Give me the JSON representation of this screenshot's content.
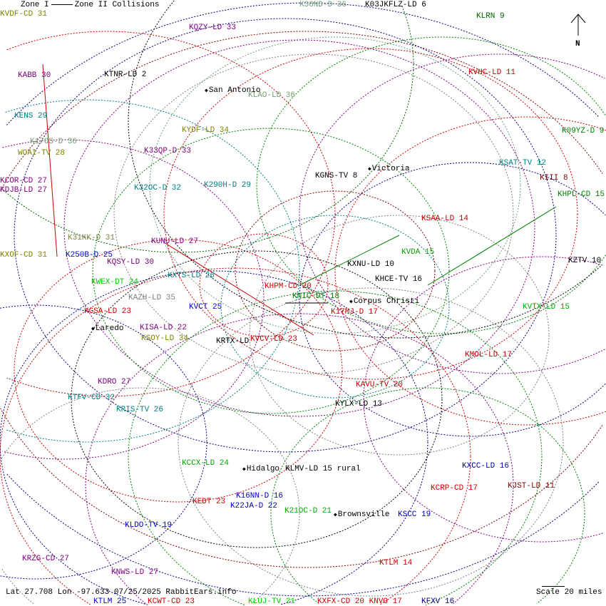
{
  "legend": {
    "zone1": "Zone I",
    "zone2": "Zone II",
    "collisions": "Collisions"
  },
  "footer": {
    "location": "Lat 27.708 Lon -97.633 07/25/2025 RabbitEars.info",
    "scale": "Scale 20 miles"
  },
  "north_label": "N",
  "cities": [
    "San Antonio",
    "Victoria",
    "Corpus Christi",
    "Laredo",
    "Hidalgo",
    "Brownsville"
  ],
  "stations": [
    {
      "label": "KVDF-CD 31",
      "color": "#808000"
    },
    {
      "label": "K36ND-D 36",
      "color": "#6f9f6f"
    },
    {
      "label": "K03JKFLZ-LD 6",
      "color": "#000000"
    },
    {
      "label": "KLRN 9",
      "color": "#006400"
    },
    {
      "label": "KQZY-LD 33",
      "color": "#800080"
    },
    {
      "label": "KTNR-LD 2",
      "color": "#000000"
    },
    {
      "label": "KABB 30",
      "color": "#800080"
    },
    {
      "label": "KVHC-LD 11",
      "color": "#cc0000"
    },
    {
      "label": "KLAO-LD 36",
      "color": "#6f9f6f"
    },
    {
      "label": "KENS 29",
      "color": "#008080"
    },
    {
      "label": "K09YZ-D 9",
      "color": "#008000"
    },
    {
      "label": "KYDF-LD 34",
      "color": "#808000"
    },
    {
      "label": "K17OS-D 36",
      "color": "#6f9f6f"
    },
    {
      "label": "K33QP-D 33",
      "color": "#800080"
    },
    {
      "label": "WOAI-TV 28",
      "color": "#808000"
    },
    {
      "label": "KSAT-TV 12",
      "color": "#008080"
    },
    {
      "label": "KGNS-TV 8",
      "color": "#000000"
    },
    {
      "label": "KIII 8",
      "color": "#800000"
    },
    {
      "label": "KCOR-CD 27",
      "color": "#800080"
    },
    {
      "label": "K290H-D 29",
      "color": "#008080"
    },
    {
      "label": "K32OC-D 32",
      "color": "#008080"
    },
    {
      "label": "KDJB-LD 27",
      "color": "#800080"
    },
    {
      "label": "KHPL-CD 15",
      "color": "#008000"
    },
    {
      "label": "KSAA-LD 14",
      "color": "#cc0000"
    },
    {
      "label": "K31KK-D 31",
      "color": "#808040"
    },
    {
      "label": "KUNU-LD 27",
      "color": "#800080"
    },
    {
      "label": "KVDA 15",
      "color": "#00aa00"
    },
    {
      "label": "KXOF-CD 31",
      "color": "#808000"
    },
    {
      "label": "K250B-D 25",
      "color": "#0000cc"
    },
    {
      "label": "KQSY-LD 30",
      "color": "#800080"
    },
    {
      "label": "KZTV 10",
      "color": "#000000"
    },
    {
      "label": "KXNU-LD 10",
      "color": "#000000"
    },
    {
      "label": "KXTS-LD 26",
      "color": "#008080"
    },
    {
      "label": "KHCE-TV 16",
      "color": "#000000"
    },
    {
      "label": "KWEX-DT 24",
      "color": "#00cc00"
    },
    {
      "label": "KHPM-CD 20",
      "color": "#cc0000"
    },
    {
      "label": "KNIC-DT 18",
      "color": "#008000"
    },
    {
      "label": "KAZH-LD 35",
      "color": "#808080"
    },
    {
      "label": "KVCT 25",
      "color": "#0000cc"
    },
    {
      "label": "KVTX-LD 15",
      "color": "#00aa00"
    },
    {
      "label": "KGSA-LD 23",
      "color": "#cc0000"
    },
    {
      "label": "K17MJ-D 17",
      "color": "#cc0000"
    },
    {
      "label": "KISA-LD 22",
      "color": "#800080"
    },
    {
      "label": "KSOY-LD 34",
      "color": "#808000"
    },
    {
      "label": "KRTX-LD",
      "color": "#000000"
    },
    {
      "label": "KVCV-LD 23",
      "color": "#cc0000"
    },
    {
      "label": "KMOL-LD 17",
      "color": "#cc0000"
    },
    {
      "label": "KDRO 27",
      "color": "#800080"
    },
    {
      "label": "KAVU-TV 20",
      "color": "#cc0000"
    },
    {
      "label": "KTFV-CD 32",
      "color": "#008080"
    },
    {
      "label": "KYLX-LD 13",
      "color": "#000000"
    },
    {
      "label": "KRIS-TV 26",
      "color": "#008080"
    },
    {
      "label": "KCCX-LD 24",
      "color": "#00aa00"
    },
    {
      "label": "KLMV-LD 15 rural",
      "color": "#000000"
    },
    {
      "label": "KXCC-LD 16",
      "color": "#0000aa"
    },
    {
      "label": "KCRP-CD 17",
      "color": "#cc0000"
    },
    {
      "label": "KJST-LD 11",
      "color": "#800000"
    },
    {
      "label": "K16NN-D 16",
      "color": "#0000cc"
    },
    {
      "label": "KEDT 23",
      "color": "#cc0000"
    },
    {
      "label": "K22JA-D 22",
      "color": "#0000cc"
    },
    {
      "label": "K21OC-D 21",
      "color": "#00aa00"
    },
    {
      "label": "KSCC 19",
      "color": "#0000cc"
    },
    {
      "label": "KLDO-TV 19",
      "color": "#0000cc"
    },
    {
      "label": "KRZG-CD 27",
      "color": "#800080"
    },
    {
      "label": "KNWS-LD 27",
      "color": "#800080"
    },
    {
      "label": "KTLM 14",
      "color": "#cc0000"
    },
    {
      "label": "KTLM 25",
      "color": "#0000cc"
    },
    {
      "label": "KCWT-CD 23",
      "color": "#cc0000"
    },
    {
      "label": "KLUJ-TV 21",
      "color": "#00cc00"
    },
    {
      "label": "KXFX-CD 20 KNVO 17",
      "color": "#cc0000"
    },
    {
      "label": "KFXV 16",
      "color": "#000080"
    }
  ]
}
